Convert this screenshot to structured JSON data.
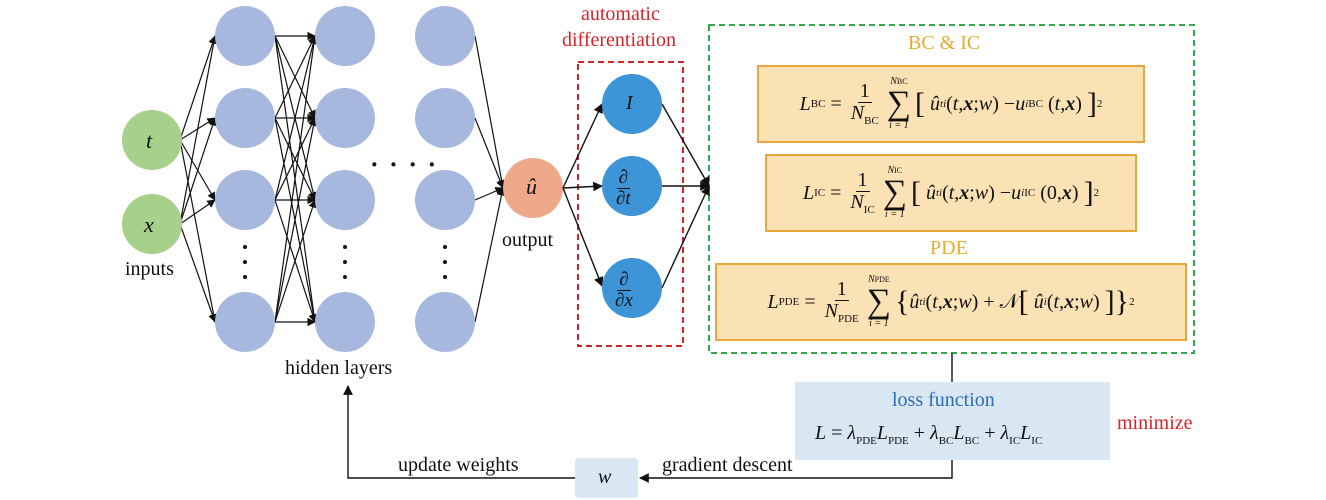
{
  "inputs": {
    "t": "t",
    "x": "x",
    "label": "inputs"
  },
  "hidden_layers_label": "hidden layers",
  "output": {
    "symbol": "û",
    "label": "output"
  },
  "autodiff": {
    "title_line1": "automatic",
    "title_line2": "differentiation",
    "nodes": [
      "I",
      "∂/∂t",
      "∂/∂x"
    ]
  },
  "bc_ic_title": "BC & IC",
  "pde_title": "PDE",
  "loss_function": {
    "title": "loss function"
  },
  "minimize_label": "minimize",
  "weights": {
    "symbol": "w",
    "update_label": "update weights",
    "gradient_label": "gradient descent"
  },
  "ellipsis": "· · · ·",
  "colors": {
    "input_node": "#a6d18a",
    "hidden_node": "#a7b8df",
    "output_node": "#eea88a",
    "autodiff_node": "#3d94d6",
    "red_dash": "#d4242b",
    "green_dash": "#33a84a",
    "eq_fill": "#fbe2b5",
    "eq_border": "#e8a73a",
    "loss_fill": "#d9e7f3"
  }
}
